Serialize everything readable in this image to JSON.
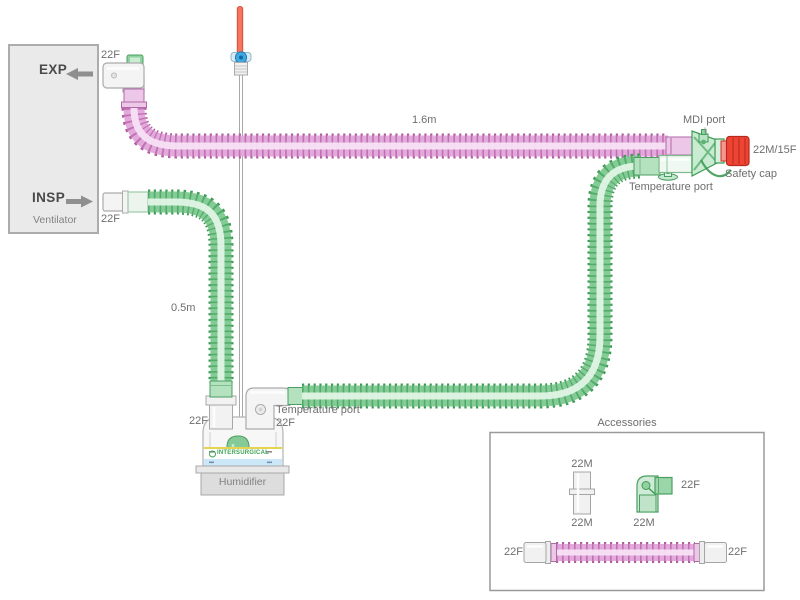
{
  "ventilator": {
    "exp_label": "EXP",
    "insp_label": "INSP",
    "caption": "Ventilator",
    "exp_port_size": "22F",
    "insp_port_size": "22F"
  },
  "circuit": {
    "expiratory_length": "1.6m",
    "inspiratory_length": "0.5m",
    "mdi_port_label": "MDI port",
    "patient_connector_size": "22M/15F",
    "safety_cap_label": "Safety cap",
    "wye_temperature_port_label": "Temperature port",
    "humidifier_temperature_port_label": "Temperature port",
    "humidifier_elbow_size": "22F",
    "chamber_inlet_size": "22F",
    "humidifier_caption": "Humidifier",
    "brand": "INTERSURGICAL"
  },
  "accessories": {
    "title": "Accessories",
    "straight_connector": {
      "top": "22M",
      "bottom": "22M"
    },
    "elbow_connector": {
      "right": "22F",
      "bottom": "22M"
    },
    "flex_tube": {
      "left": "22F",
      "right": "22F"
    }
  },
  "colors": {
    "expiratory_tube_pink": "#E2AADA",
    "inspiratory_tube_green": "#84CC96",
    "safety_cap_red": "#EE4433",
    "water_blue": "#CBE7F8",
    "brand_green": "#3FA356",
    "ventilator_box_gray": "#EAEAEA"
  }
}
